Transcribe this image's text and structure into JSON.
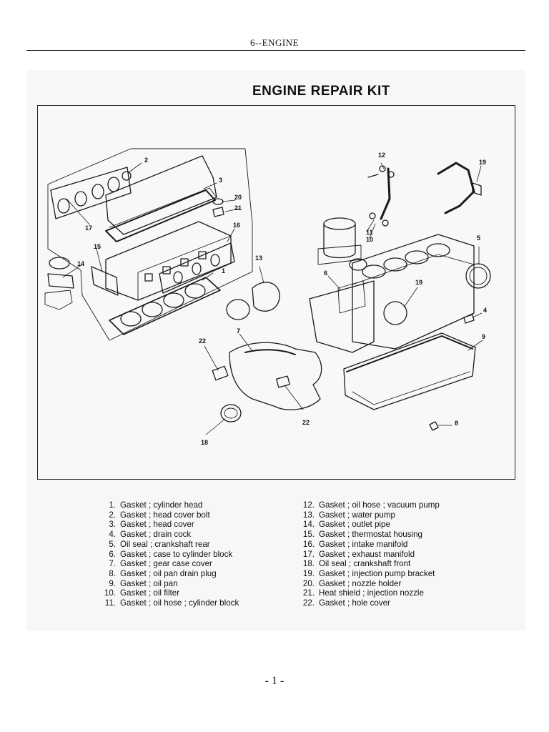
{
  "header": {
    "section_title": "6--ENGINE"
  },
  "title": "ENGINE REPAIR KIT",
  "callouts": [
    "1",
    "2",
    "3",
    "4",
    "5",
    "6",
    "7",
    "8",
    "9",
    "10",
    "11",
    "12",
    "13",
    "14",
    "15",
    "16",
    "17",
    "18",
    "19",
    "20",
    "21",
    "22"
  ],
  "parts_left": [
    {
      "num": "1.",
      "desc": "Gasket ; cylinder head"
    },
    {
      "num": "2.",
      "desc": "Gasket ; head cover bolt"
    },
    {
      "num": "3.",
      "desc": "Gasket ; head cover"
    },
    {
      "num": "4.",
      "desc": "Gasket ; drain cock"
    },
    {
      "num": "5.",
      "desc": "Oil seal ; crankshaft rear"
    },
    {
      "num": "6.",
      "desc": "Gasket ; case to cylinder block"
    },
    {
      "num": "7.",
      "desc": "Gasket ; gear case cover"
    },
    {
      "num": "8.",
      "desc": "Gasket ; oil pan drain plug"
    },
    {
      "num": "9.",
      "desc": "Gasket ; oil pan"
    },
    {
      "num": "10.",
      "desc": "Gasket ; oil filter"
    },
    {
      "num": "11.",
      "desc": "Gasket ; oil hose ; cylinder block"
    }
  ],
  "parts_right": [
    {
      "num": "12.",
      "desc": "Gasket ; oil hose ; vacuum pump"
    },
    {
      "num": "13.",
      "desc": "Gasket ; water pump"
    },
    {
      "num": "14.",
      "desc": "Gasket ; outlet pipe"
    },
    {
      "num": "15.",
      "desc": "Gasket ; thermostat housing"
    },
    {
      "num": "16.",
      "desc": "Gasket ; intake manifold"
    },
    {
      "num": "17.",
      "desc": "Gasket ; exhaust manifold"
    },
    {
      "num": "18.",
      "desc": "Oil seal ; crankshaft front"
    },
    {
      "num": "19.",
      "desc": "Gasket ; injection pump bracket"
    },
    {
      "num": "20.",
      "desc": "Gasket ; nozzle holder"
    },
    {
      "num": "21.",
      "desc": "Heat shield ; injection nozzle"
    },
    {
      "num": "22.",
      "desc": "Gasket ; hole cover"
    }
  ],
  "page_number": "- 1 -"
}
